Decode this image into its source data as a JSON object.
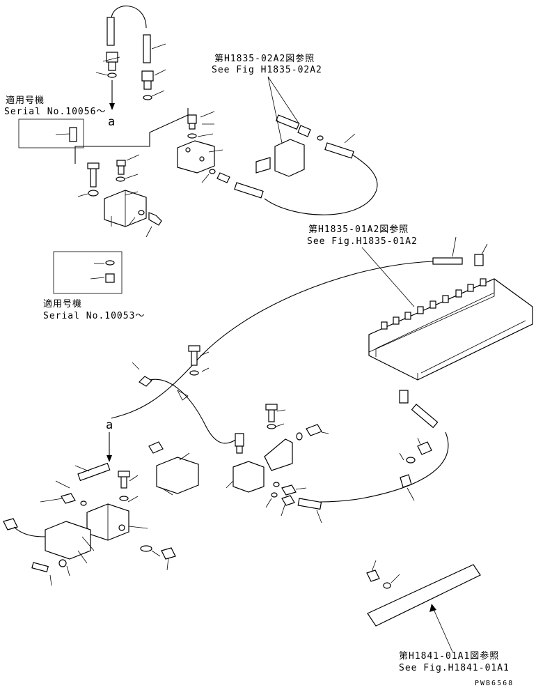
{
  "references": {
    "fig_02a2_jp": "第H1835-02A2図参照",
    "fig_02a2_en": "See Fig H1835-02A2",
    "fig_01a2_jp": "第H1835-01A2図参照",
    "fig_01a2_en": "See Fig.H1835-01A2",
    "fig_01a1_jp": "第H1841-01A1図参照",
    "fig_01a1_en": "See Fig.H1841-01A1"
  },
  "serial_notes": {
    "upper_jp": "適用号機",
    "upper_en": "Serial No.10056～",
    "lower_jp": "適用号機",
    "lower_en": "Serial No.10053～"
  },
  "markers": {
    "upper": "a",
    "lower": "a"
  },
  "drawing_code": "PWB6568"
}
